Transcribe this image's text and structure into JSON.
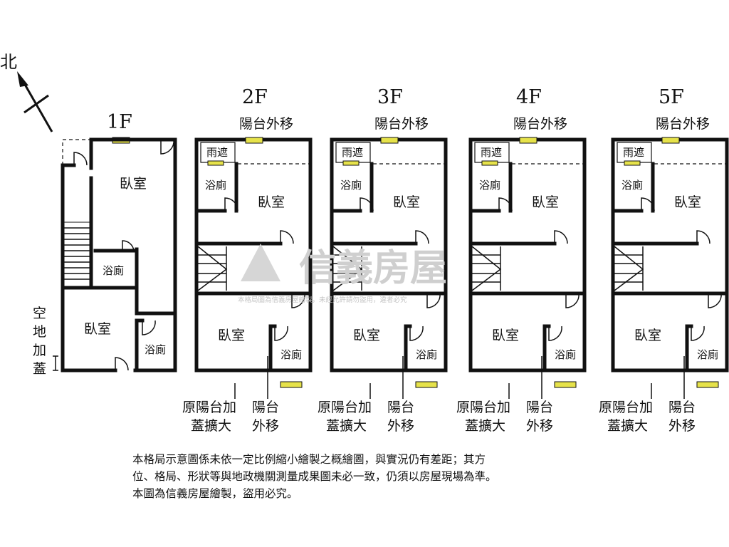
{
  "compass": {
    "label": "北"
  },
  "floors": [
    {
      "name": "1F",
      "rooms": {
        "bed_top": "臥室",
        "bath_mid": "浴廁",
        "bed_bottom": "臥室",
        "bath_bottom": "浴廁"
      },
      "side_note": [
        "空",
        "地",
        "加",
        "蓋"
      ]
    },
    {
      "name": "2F",
      "balcony_moved": "陽台外移",
      "canopy": "雨遮",
      "bath_top": "浴廁",
      "bed_top": "臥室",
      "bed_bottom": "臥室",
      "bath_bottom": "浴廁",
      "below_left": [
        "原陽台加",
        "蓋擴大"
      ],
      "below_right": [
        "陽台",
        "外移"
      ]
    },
    {
      "name": "3F",
      "balcony_moved": "陽台外移",
      "canopy": "雨遮",
      "bath_top": "浴廁",
      "bed_top": "臥室",
      "bed_bottom": "臥室",
      "bath_bottom": "浴廁",
      "below_left": [
        "原陽台加",
        "蓋擴大"
      ],
      "below_right": [
        "陽台",
        "外移"
      ]
    },
    {
      "name": "4F",
      "balcony_moved": "陽台外移",
      "canopy": "雨遮",
      "bath_top": "浴廁",
      "bed_top": "臥室",
      "bed_bottom": "臥室",
      "bath_bottom": "浴廁",
      "below_left": [
        "原陽台加",
        "蓋擴大"
      ],
      "below_right": [
        "陽台",
        "外移"
      ]
    },
    {
      "name": "5F",
      "balcony_moved": "陽台外移",
      "canopy": "雨遮",
      "bath_top": "浴廁",
      "bed_top": "臥室",
      "bed_bottom": "臥室",
      "bath_bottom": "浴廁",
      "below_left": [
        "原陽台加",
        "蓋擴大"
      ],
      "below_right": [
        "陽台",
        "外移"
      ]
    }
  ],
  "watermark": {
    "brand": "信義房屋",
    "notice": "本格局圖為信義房屋繪製，未經允許請勿盜用，違者必究"
  },
  "disclaimer": [
    "本格局示意圖係未依一定比例縮小繪製之概繪圖，與實況仍有差距；其方",
    "位、格局、形狀等與地政機關測量成果圖未必一致，仍須以房屋現場為準。",
    "本圖為信義房屋繪製，盜用必究。"
  ],
  "colors": {
    "wall": "#111111",
    "window": "#e6e24a",
    "watermark": "#cfcfcf"
  }
}
